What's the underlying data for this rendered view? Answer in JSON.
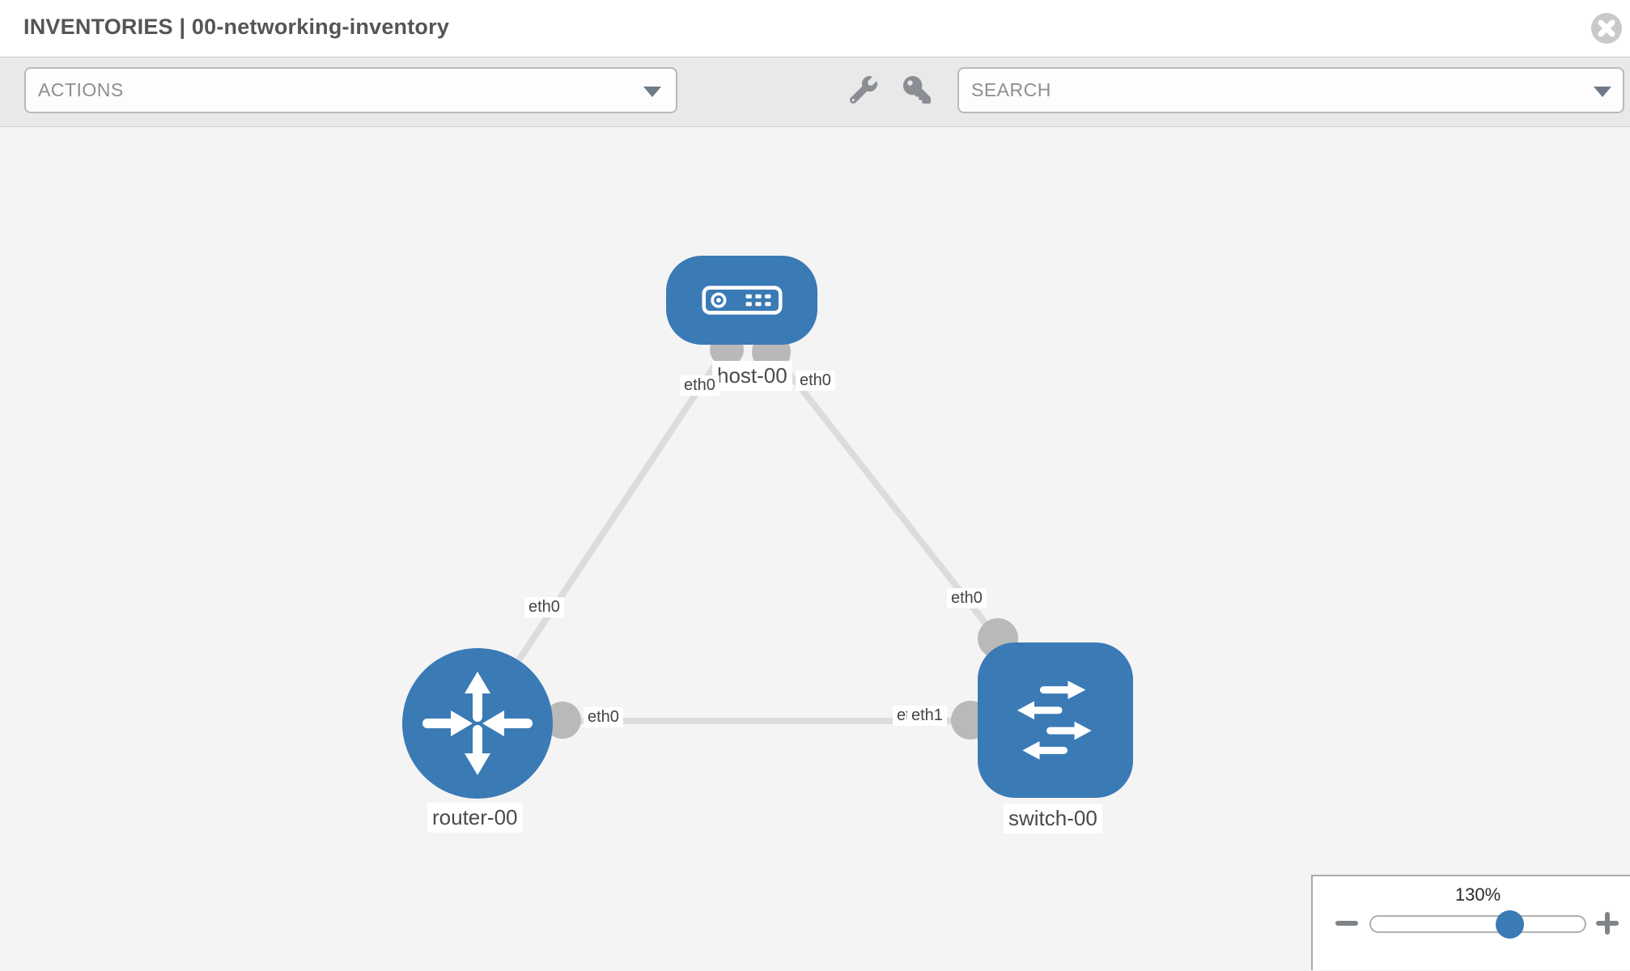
{
  "header": {
    "title": "INVENTORIES | 00-networking-inventory"
  },
  "toolbar": {
    "actions_label": "ACTIONS",
    "search_label": "SEARCH",
    "icons": [
      "wrench-icon",
      "key-icon"
    ]
  },
  "topology": {
    "nodes": [
      {
        "name": "host-00",
        "type": "host"
      },
      {
        "name": "router-00",
        "type": "router"
      },
      {
        "name": "switch-00",
        "type": "switch"
      }
    ],
    "links": [
      {
        "source": "host-00",
        "source_interface": "eth0",
        "target": "router-00",
        "target_interface": "eth0"
      },
      {
        "source": "host-00",
        "source_interface": "eth0",
        "target": "switch-00",
        "target_interface": "eth0"
      },
      {
        "source": "router-00",
        "source_interface": "eth0",
        "target": "switch-00",
        "target_interface": "eth1"
      }
    ],
    "interface_labels": {
      "host_router_host_end": "eth0",
      "host_router_router_end": "eth0",
      "host_switch_host_end": "eth0",
      "host_switch_switch_end": "eth0",
      "router_switch_router_end": "eth0",
      "router_switch_switch_end": "eth1",
      "router_switch_occluded": "eth0"
    }
  },
  "zoom_control": {
    "level": "130%"
  },
  "colors": {
    "node_blue": "#3a7ab5",
    "link_gray": "#dcdcdc",
    "dot_gray": "#b9b9b9",
    "toolbar_bg": "#e9e9e9",
    "canvas_bg": "#f4f4f4"
  }
}
